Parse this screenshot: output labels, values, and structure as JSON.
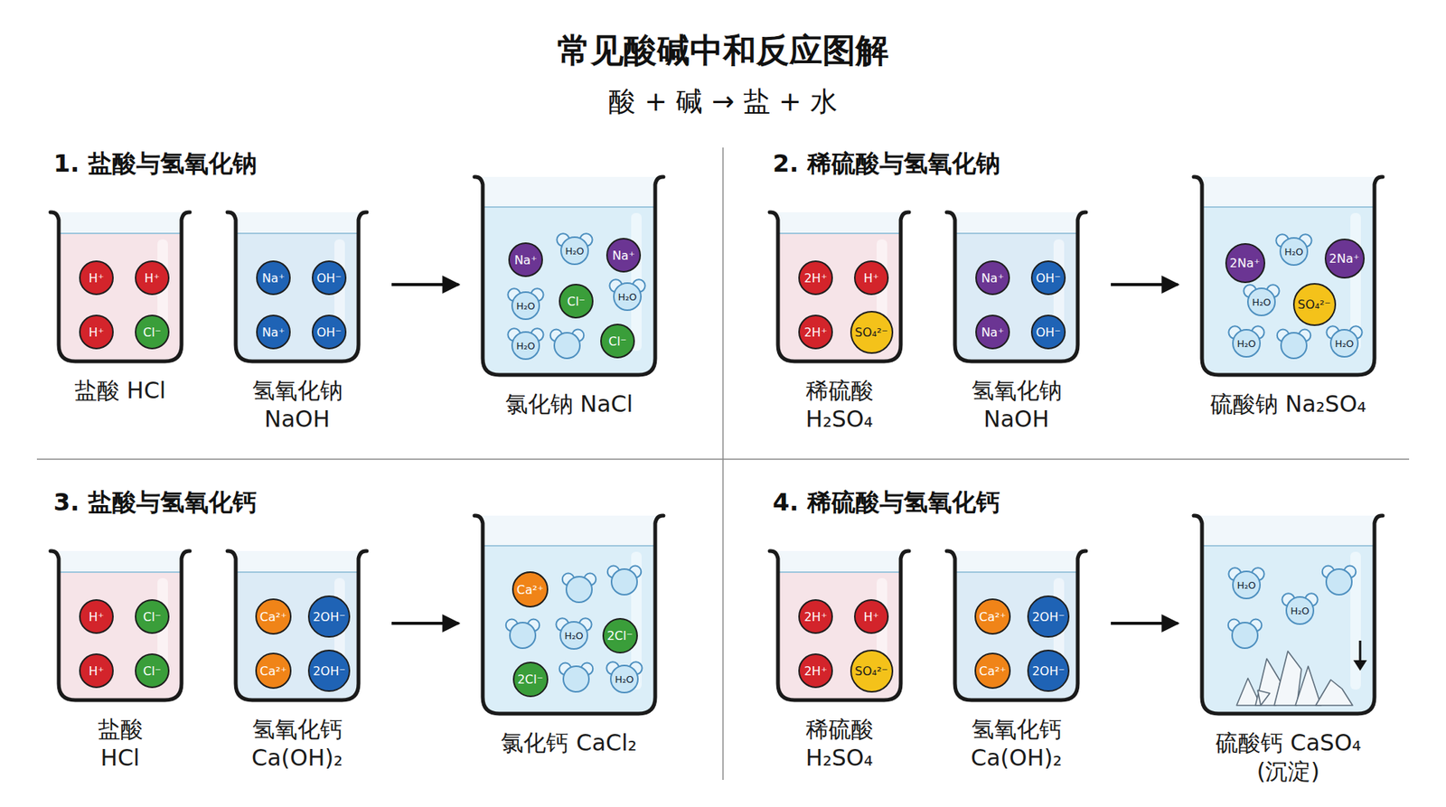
{
  "diagram": {
    "title": "常见酸碱中和反应图解",
    "nodes": [
      {
        "text": [
          "盐酸 HCl"
        ]
      },
      {
        "text": [
          "H⁺"
        ],
        "in": 0
      },
      {
        "text": [
          "H⁺"
        ],
        "in": 0
      },
      {
        "text": [
          "H⁺"
        ],
        "in": 0
      },
      {
        "text": [
          "Cl⁻"
        ],
        "in": 0
      },
      {
        "text": [
          "氢氧化钠 NaOH"
        ]
      },
      {
        "text": [
          "Na⁺"
        ],
        "in": 5
      },
      {
        "text": [
          "OH⁻"
        ],
        "in": 5
      },
      {
        "text": [
          "Na⁺"
        ],
        "in": 5
      },
      {
        "text": [
          "OH⁻"
        ],
        "in": 5
      },
      {
        "text": [
          "氯化钠 NaCl"
        ]
      },
      {
        "text": [
          "Na⁺"
        ],
        "in": 10
      },
      {
        "text": [
          "H₂O"
        ],
        "in": 10
      },
      {
        "text": [
          "Na⁺"
        ],
        "in": 10
      },
      {
        "text": [
          "H₂O"
        ],
        "in": 10
      },
      {
        "text": [
          "Cl⁻"
        ],
        "in": 10
      },
      {
        "text": [
          "H₂O"
        ],
        "in": 10
      },
      {
        "text": [
          "H₂O"
        ],
        "in": 10
      },
      {
        "text": [
          "Cl⁻"
        ],
        "in": 10
      },
      {
        "text": [
          "稀硫酸 H₂SO₄"
        ]
      },
      {
        "text": [
          "2H⁺"
        ],
        "in": 19
      },
      {
        "text": [
          "H⁺"
        ],
        "in": 19
      },
      {
        "text": [
          "2H⁺"
        ],
        "in": 19
      },
      {
        "text": [
          "SO₄²⁻"
        ],
        "in": 19
      },
      {
        "text": [
          "氢氧化钠 NaOH"
        ]
      },
      {
        "text": [
          "Na⁺"
        ],
        "in": 24
      },
      {
        "text": [
          "OH⁻"
        ],
        "in": 24
      },
      {
        "text": [
          "Na⁺"
        ],
        "in": 24
      },
      {
        "text": [
          "OH⁻"
        ],
        "in": 24
      },
      {
        "text": [
          "硫酸钠 Na₂SO₄"
        ]
      },
      {
        "text": [
          "2Na⁺"
        ],
        "in": 29
      },
      {
        "text": [
          "H₂O"
        ],
        "in": 29
      },
      {
        "text": [
          "2Na⁺"
        ],
        "in": 29
      },
      {
        "text": [
          "H₂O"
        ],
        "in": 29
      },
      {
        "text": [
          "SO₄²⁻"
        ],
        "in": 29
      },
      {
        "text": [
          "H₂O"
        ],
        "in": 29
      },
      {
        "text": [
          "H₂O"
        ],
        "in": 29
      },
      {
        "text": [
          "盐酸 HCl"
        ]
      },
      {
        "text": [
          "H⁺"
        ],
        "in": 37
      },
      {
        "text": [
          "Cl⁻"
        ],
        "in": 37
      },
      {
        "text": [
          "H⁺"
        ],
        "in": 37
      },
      {
        "text": [
          "Cl⁻"
        ],
        "in": 37
      },
      {
        "text": [
          "氢氧化钙 Ca(OH)₂"
        ]
      },
      {
        "text": [
          "Ca²⁺"
        ],
        "in": 42
      },
      {
        "text": [
          "2OH⁻"
        ],
        "in": 42
      },
      {
        "text": [
          "Ca²⁺"
        ],
        "in": 42
      },
      {
        "text": [
          "2OH⁻"
        ],
        "in": 42
      },
      {
        "text": [
          "氯化钙 CaCl₂"
        ]
      },
      {
        "text": [
          "Ca²⁺"
        ],
        "in": 47
      },
      {
        "text": [
          "H₂O"
        ],
        "in": 47
      },
      {
        "text": [
          "2Cl⁻"
        ],
        "in": 47
      },
      {
        "text": [
          "2Cl⁻"
        ],
        "in": 47
      },
      {
        "text": [
          "H₂O"
        ],
        "in": 47
      },
      {
        "text": [
          "稀硫酸 H₂SO₄"
        ]
      },
      {
        "text": [
          "2H⁺"
        ],
        "in": 53
      },
      {
        "text": [
          "H⁺"
        ],
        "in": 53
      },
      {
        "text": [
          "2H⁺"
        ],
        "in": 53
      },
      {
        "text": [
          "SO₄²⁻"
        ],
        "in": 53
      },
      {
        "text": [
          "氢氧化钙 Ca(OH)₂"
        ]
      },
      {
        "text": [
          "Ca²⁺"
        ],
        "in": 58
      },
      {
        "text": [
          "2OH⁻"
        ],
        "in": 58
      },
      {
        "text": [
          "Ca²⁺"
        ],
        "in": 58
      },
      {
        "text": [
          "2OH⁻"
        ],
        "in": 58
      },
      {
        "text": [
          "硫酸钙 CaSO₄ (沉淀)"
        ]
      },
      {
        "text": [
          "H₂O"
        ],
        "in": 63
      },
      {
        "text": [
          "H₂O"
        ],
        "in": 63
      }
    ],
    "edges": [
      {
        "from": 5,
        "to": 10,
        "arrow": "to"
      },
      {
        "from": 24,
        "to": 29,
        "arrow": "to"
      },
      {
        "from": 42,
        "to": 47,
        "arrow": "to"
      },
      {
        "from": 58,
        "to": 63,
        "arrow": "to"
      }
    ],
    "labels": [
      "酸 + 碱 → 盐 + 水",
      "1. 盐酸与氢氧化钠",
      "2. 稀硫酸与氢氧化钠",
      "3. 盐酸与氢氧化钙",
      "4. 稀硫酸与氢氧化钙"
    ]
  }
}
